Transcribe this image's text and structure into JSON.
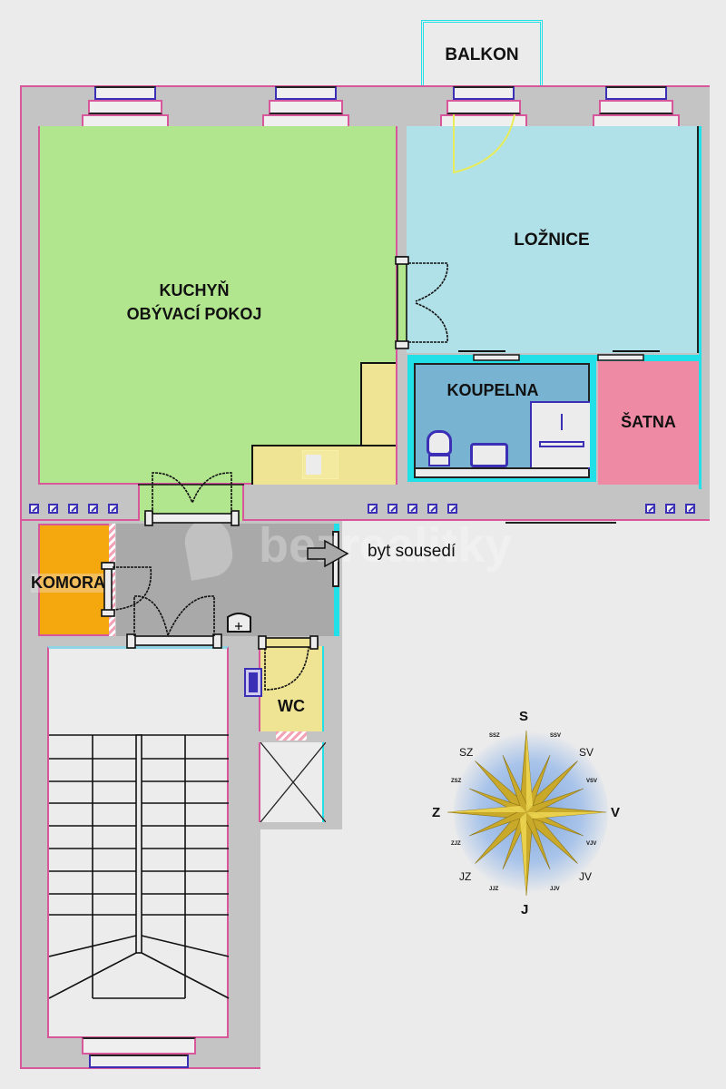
{
  "floor_plan": {
    "rooms": [
      {
        "id": "balkon",
        "label": "BALKON",
        "color": "#ebebeb"
      },
      {
        "id": "kuchyn",
        "label_lines": [
          "KUCHYŇ",
          "OBÝVACÍ POKOJ"
        ],
        "color": "#b2e68e"
      },
      {
        "id": "loznice",
        "label": "LOŽNICE",
        "color": "#b0e0e8"
      },
      {
        "id": "koupelna",
        "label": "KOUPELNA",
        "color": "#78b4d2"
      },
      {
        "id": "satna",
        "label": "ŠATNA",
        "color": "#ef8aa5"
      },
      {
        "id": "komora",
        "label": "KOMORA",
        "color": "#f5a70e"
      },
      {
        "id": "hallway",
        "label": "",
        "color": "#a9a9a9"
      },
      {
        "id": "wc",
        "label": "WC",
        "color": "#efe394"
      },
      {
        "id": "kitchen-counter",
        "label": "",
        "color": "#efe394"
      },
      {
        "id": "staircase",
        "label": "",
        "color": "#ebebeb"
      }
    ],
    "annotations": {
      "neighbor_label": "byt sousedí"
    },
    "watermark": "bezrealitky",
    "colors": {
      "wall": "#c4c4c4",
      "wall_outline": "#d8579a",
      "cyan_outline": "#22e0e8",
      "vent": "#3b2fb5",
      "background": "#ebebeb"
    }
  },
  "compass": {
    "main": {
      "north": "S",
      "south": "J",
      "west": "Z",
      "east": "V"
    },
    "intercardinal": {
      "nw": "SZ",
      "ne": "SV",
      "sw": "JZ",
      "se": "JV"
    },
    "minor": [
      "SSZ",
      "SSV",
      "ZSZ",
      "VSV",
      "ZJZ",
      "VJV",
      "JJZ",
      "JJV"
    ]
  }
}
